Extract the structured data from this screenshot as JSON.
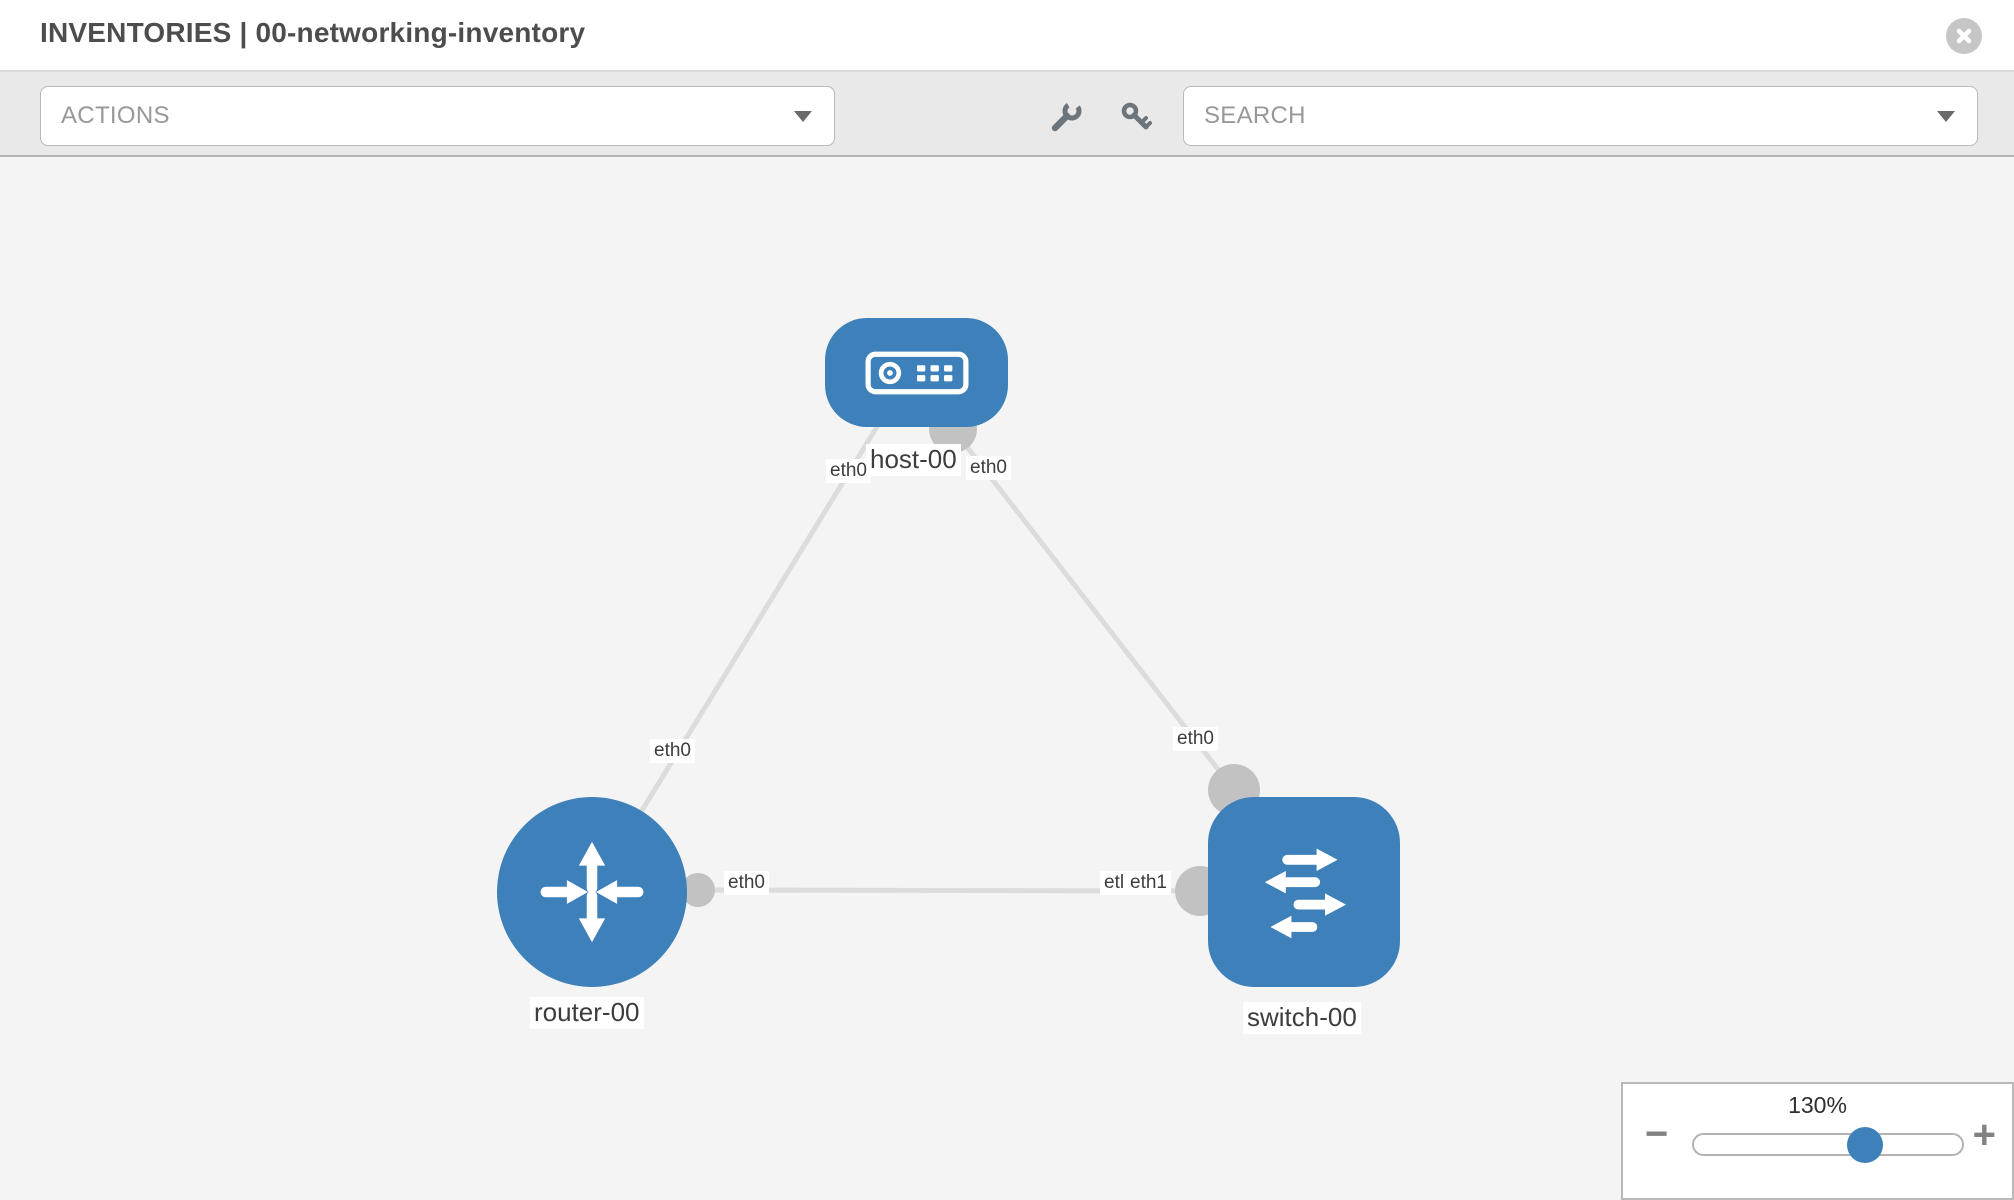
{
  "header": {
    "title": "INVENTORIES | 00-networking-inventory"
  },
  "toolbar": {
    "actions_label": "ACTIONS",
    "search_label": "SEARCH"
  },
  "icons": {
    "close": "x-circle",
    "wrench": "wrench",
    "key": "key",
    "actions_caret": "caret-down",
    "search_caret": "caret-down"
  },
  "topology": {
    "nodes": [
      {
        "id": "host-00",
        "type": "host",
        "label": "host-00"
      },
      {
        "id": "router-00",
        "type": "router",
        "label": "router-00"
      },
      {
        "id": "switch-00",
        "type": "switch",
        "label": "switch-00"
      }
    ],
    "links": [
      {
        "from": "router-00",
        "to": "host-00",
        "from_if": "eth0",
        "to_if": "eth0"
      },
      {
        "from": "host-00",
        "to": "switch-00",
        "from_if": "eth0",
        "to_if": "eth0"
      },
      {
        "from": "router-00",
        "to": "switch-00",
        "from_if": "eth0",
        "to_if": "eth1"
      }
    ],
    "edge_labels": [
      "eth0",
      "eth0",
      "eth0",
      "eth0",
      "eth0",
      "etl",
      "eth1"
    ]
  },
  "zoom_control": {
    "level": "130%",
    "minus": "−",
    "plus": "+"
  },
  "colors": {
    "node_blue": "#3d80ba",
    "edge_gray": "#dcdcdc",
    "port_gray": "#c2c2c2",
    "canvas_bg": "#f4f4f4",
    "toolbar_bg": "#e9e9e9"
  }
}
